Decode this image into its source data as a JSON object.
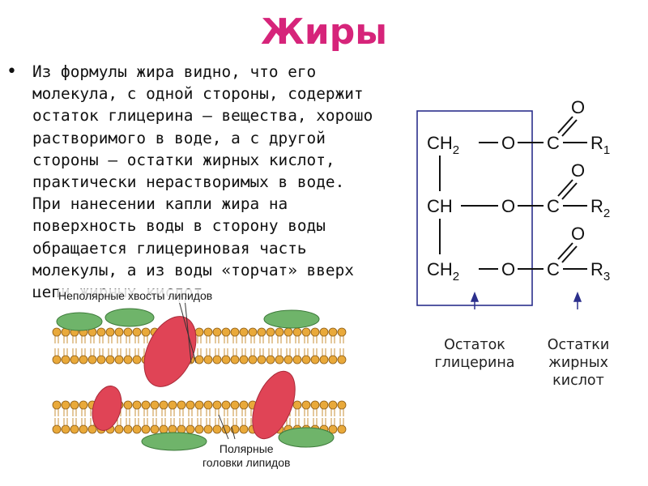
{
  "slide": {
    "title": "Жиры",
    "bullet_symbol": "•",
    "paragraph": "Из формулы жира видно, что его\nмолекула, с одной стороны, содержит\nостаток глицерина – вещества, хорошо\nрастворимого в воде, а с другой\nстороны – остатки жирных кислот,\nпрактически нерастворимых в воде.\nПри нанесении капли жира на\nповерхность воды в сторону воды\nобращается глицериновая часть\nмолекулы, а из воды «торчат» вверх\nцепи жирных кислот."
  },
  "formula": {
    "rows": [
      {
        "left": "CH",
        "sub": "2",
        "o": "O",
        "c": "C",
        "carbonyl_o": "O",
        "r": "R",
        "r_sub": "1"
      },
      {
        "left": "CH",
        "sub": "",
        "o": "O",
        "c": "C",
        "carbonyl_o": "O",
        "r": "R",
        "r_sub": "2"
      },
      {
        "left": "CH",
        "sub": "2",
        "o": "O",
        "c": "C",
        "carbonyl_o": "O",
        "r": "R",
        "r_sub": "3"
      }
    ],
    "caption_glycerin": "Остаток\nглицерина",
    "caption_acids": "Остатки\nжирных\nкислот",
    "box_color": "#2b2f8c"
  },
  "membrane": {
    "label_tails": "Неполярные хвосты липидов",
    "label_heads": "Полярные\nголовки липидов",
    "head_color": "#e9a93a",
    "protein_green": "#6fb46a",
    "protein_red": "#e04456"
  }
}
